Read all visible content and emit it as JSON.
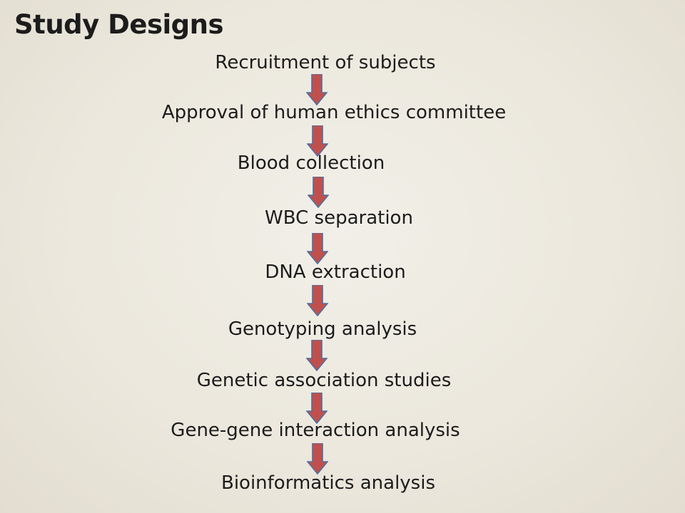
{
  "title": "Study Designs",
  "steps": [
    "Recruitment of subjects",
    "Approval of human ethics committee",
    "Blood collection",
    "WBC separation",
    "DNA extraction",
    "Genotyping analysis",
    "Genetic association studies",
    "Gene-gene interaction analysis",
    "Bioinformatics analysis"
  ],
  "colors": {
    "arrow_fill": "#c0504d",
    "arrow_stroke": "#4f6f9e",
    "text": "#1c1c1c"
  },
  "icons": {
    "connector": "down-arrow-icon"
  }
}
